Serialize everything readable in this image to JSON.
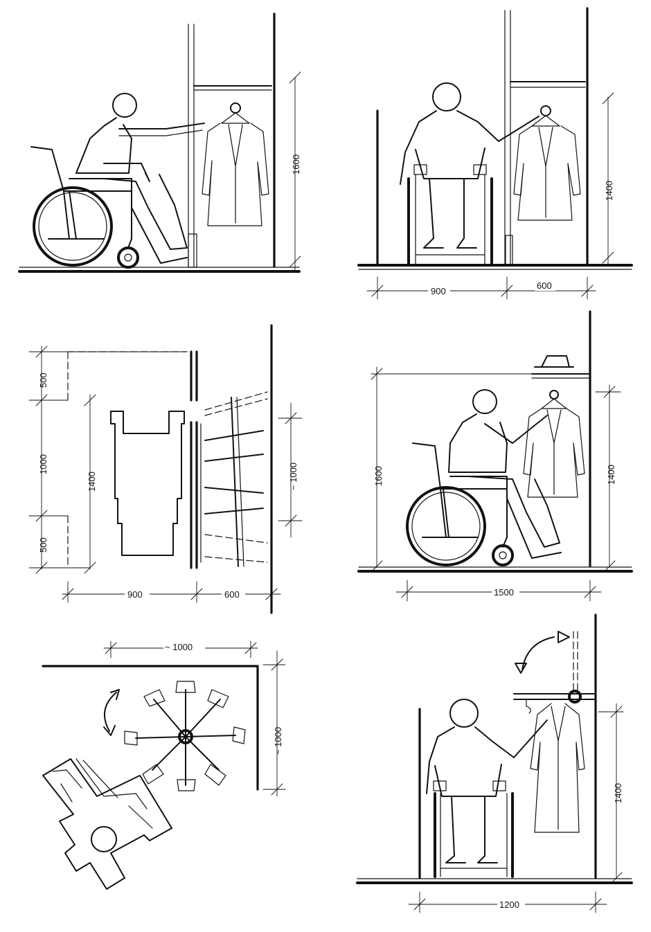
{
  "panels": {
    "p1": {
      "dims": {
        "height": "1600"
      }
    },
    "p2": {
      "dims": {
        "width_a": "900",
        "width_b": "600",
        "height": "1400"
      }
    },
    "p3": {
      "dims": {
        "top": "500",
        "middle": "1000",
        "bottom": "500",
        "depth": "1400",
        "width_a": "900",
        "width_b": "600",
        "rack": "~ 1000"
      }
    },
    "p4": {
      "dims": {
        "left": "1600",
        "right": "1400",
        "bottom": "1500"
      }
    },
    "p5": {
      "dims": {
        "top": "~ 1000",
        "right": "~ 1000"
      }
    },
    "p6": {
      "dims": {
        "height": "1400",
        "bottom": "1200"
      }
    }
  },
  "icons": [
    "wheelchair-user-icon",
    "clothes-hanger-icon",
    "coat-icon",
    "hat-icon",
    "rotating-carousel-icon",
    "rotation-arrow-icon"
  ]
}
